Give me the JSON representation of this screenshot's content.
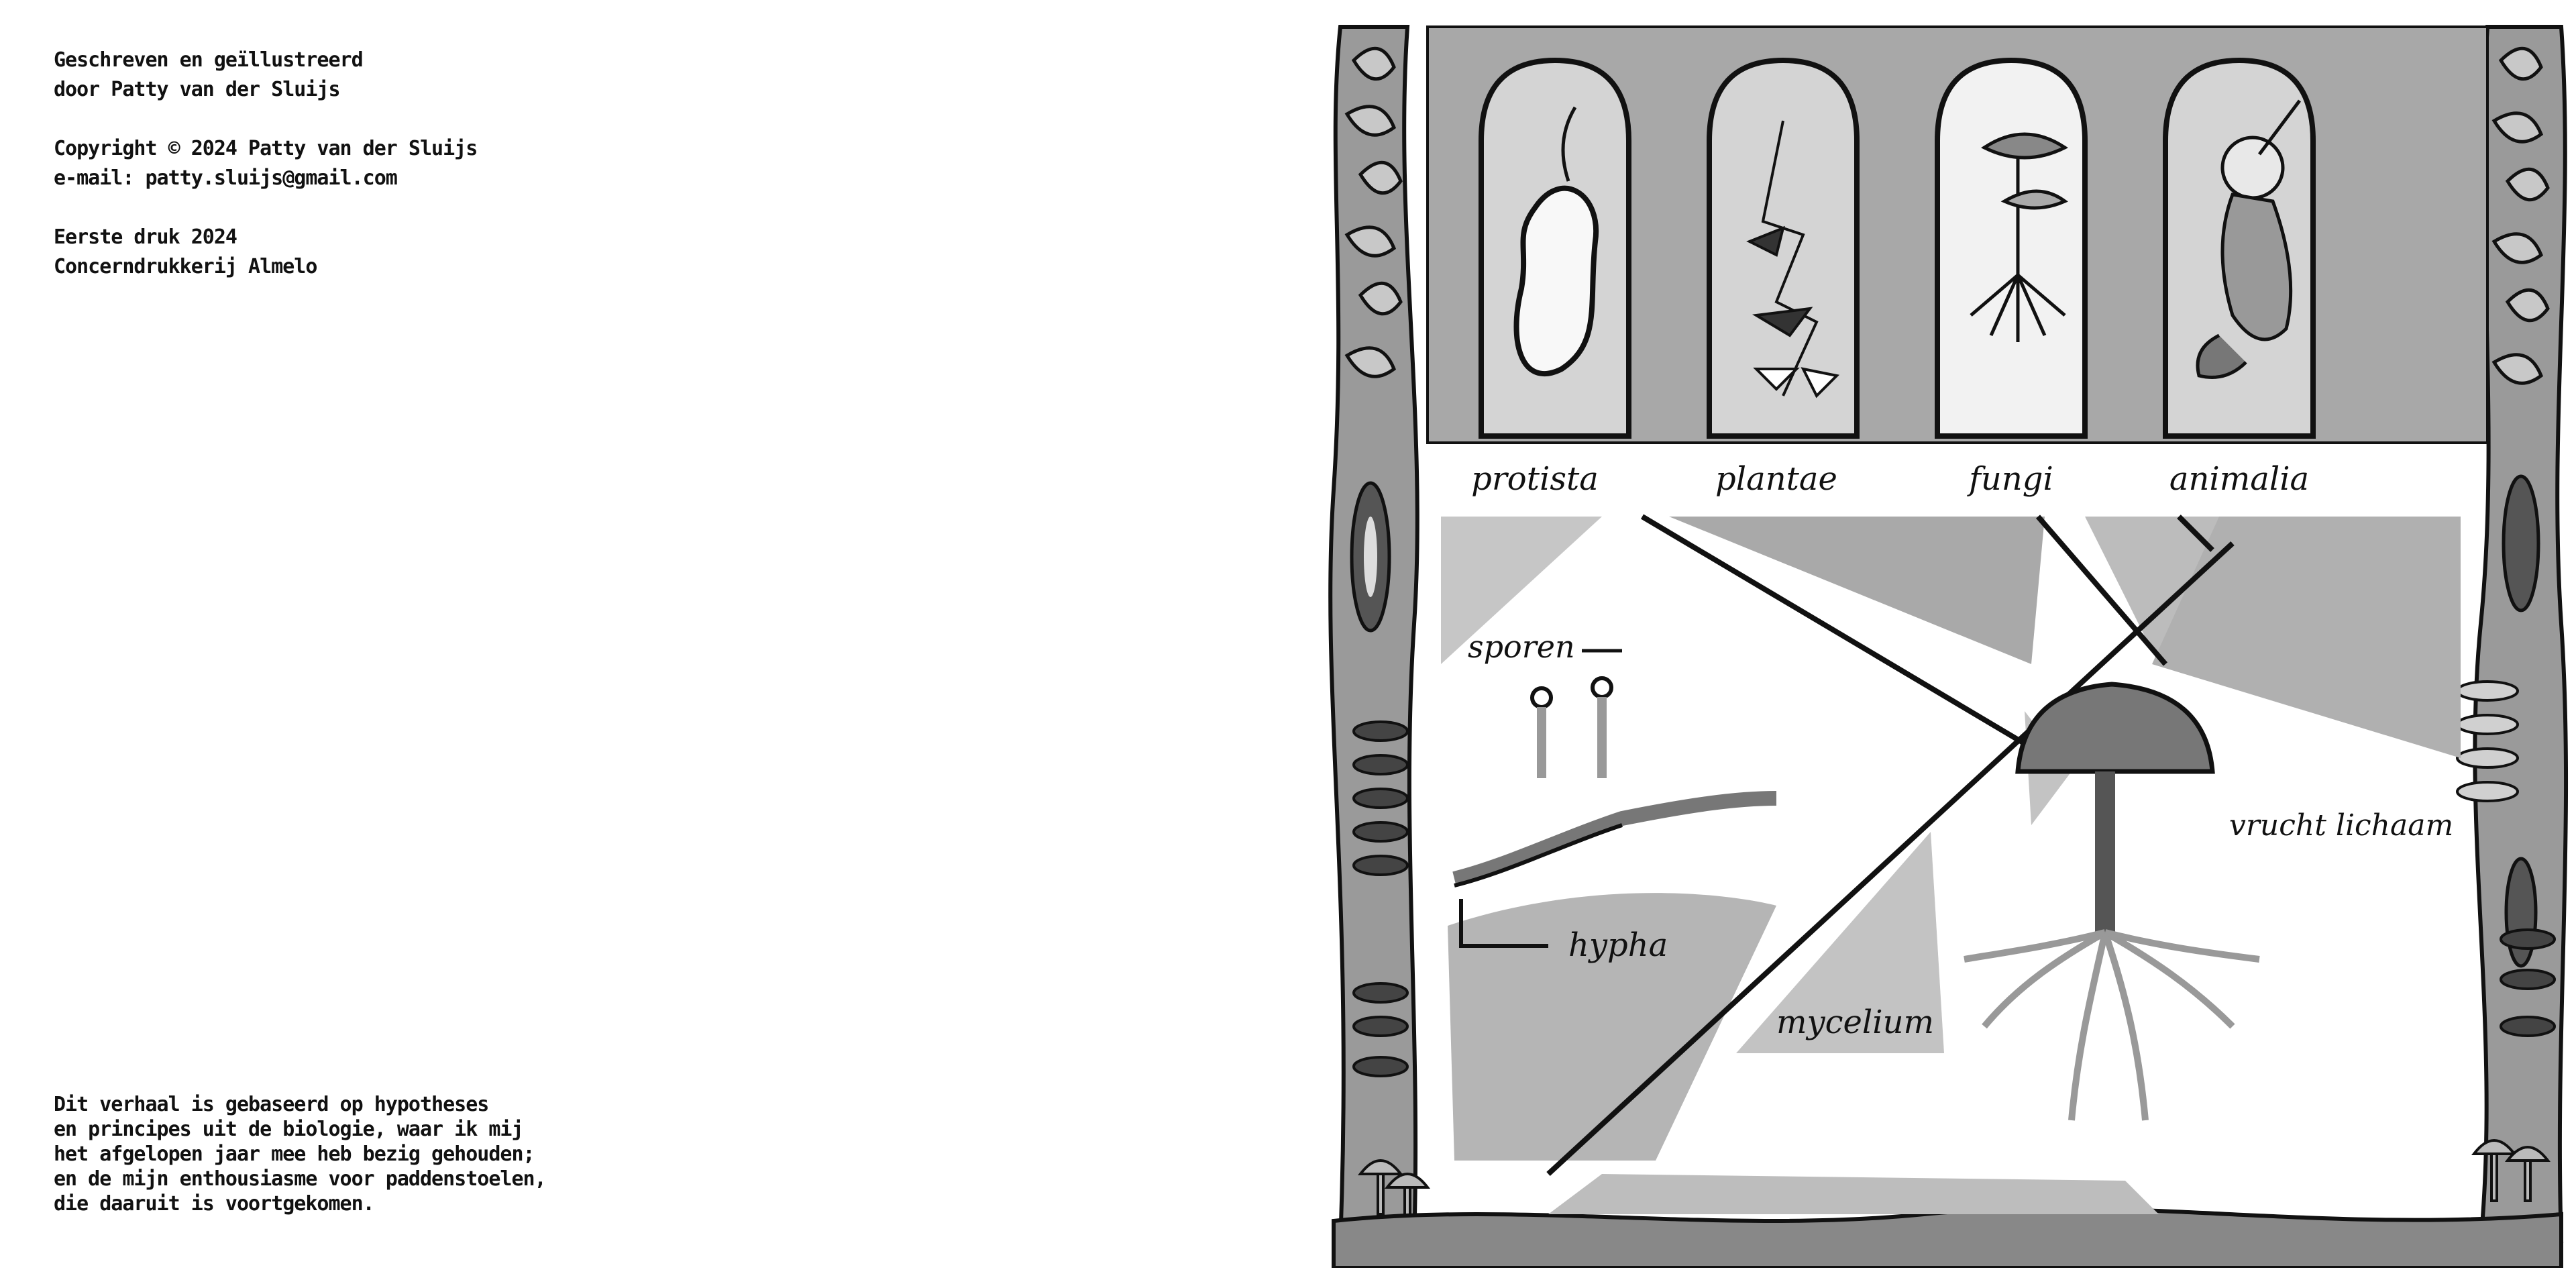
{
  "left_page": {
    "credits": {
      "line1": "Geschreven en geïllustreerd",
      "line2": "door Patty van der Sluijs"
    },
    "copyright": {
      "line1": "Copyright © 2024 Patty van der Sluijs",
      "line2": "e-mail: patty.sluijs@gmail.com"
    },
    "print": {
      "line1": "Eerste druk 2024",
      "line2": "Concerndrukkerij Almelo"
    },
    "note_lines": [
      "Dit verhaal is gebaseerd op hypotheses",
      "en principes uit de biologie, waar ik mij",
      "het afgelopen jaar mee heb bezig gehouden;",
      "en de mijn enthousiasme voor paddenstoelen,",
      "die daaruit is voortgekomen."
    ]
  },
  "illustration": {
    "kingdom_labels": [
      "protista",
      "plantae",
      "fungi",
      "animalia"
    ],
    "labels": {
      "sporen": "sporen",
      "hypha": "hypha",
      "mycelium": "mycelium",
      "vrucht_lichaam": "vrucht lichaam"
    },
    "palette": {
      "ink": "#111111",
      "wash_dark": "#8a8a8a",
      "wash_mid": "#b5b5b5",
      "wash_light": "#d6d6d6",
      "paper": "#ffffff"
    }
  }
}
